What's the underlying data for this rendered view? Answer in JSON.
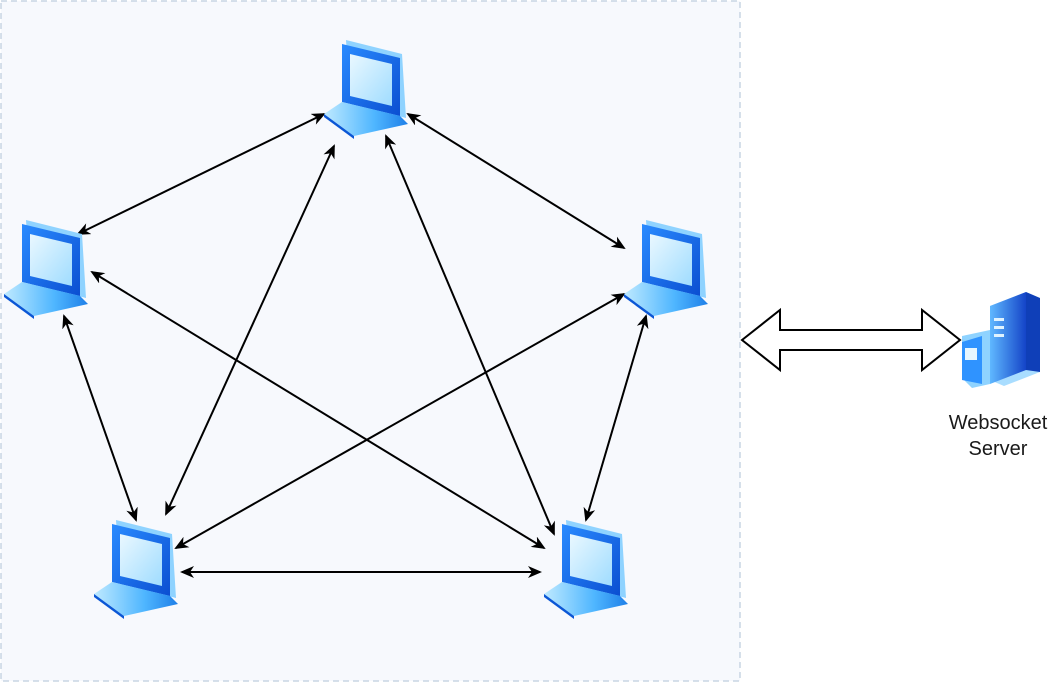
{
  "diagram": {
    "server": {
      "label_line1": "Websocket",
      "label_line2": "Server",
      "icon": "server-icon"
    },
    "clients": [
      {
        "id": "top",
        "icon": "laptop-icon"
      },
      {
        "id": "left",
        "icon": "laptop-icon"
      },
      {
        "id": "right",
        "icon": "laptop-icon"
      },
      {
        "id": "bottom-left",
        "icon": "laptop-icon"
      },
      {
        "id": "bottom-right",
        "icon": "laptop-icon"
      }
    ],
    "connections": [
      {
        "from": "top",
        "to": "left"
      },
      {
        "from": "top",
        "to": "right"
      },
      {
        "from": "top",
        "to": "bottom-left"
      },
      {
        "from": "top",
        "to": "bottom-right"
      },
      {
        "from": "left",
        "to": "bottom-left"
      },
      {
        "from": "left",
        "to": "bottom-right"
      },
      {
        "from": "right",
        "to": "bottom-left"
      },
      {
        "from": "right",
        "to": "bottom-right"
      },
      {
        "from": "bottom-left",
        "to": "bottom-right"
      }
    ],
    "gateway_link": {
      "from": "clients-group",
      "to": "server",
      "style": "double-arrow"
    },
    "colors": {
      "group_fill": "#f7f9fd",
      "group_border": "#c9d6e4",
      "laptop_blue": "#1e6fe8",
      "screen_light": "#d9f0ff",
      "arrow": "#000000"
    }
  }
}
